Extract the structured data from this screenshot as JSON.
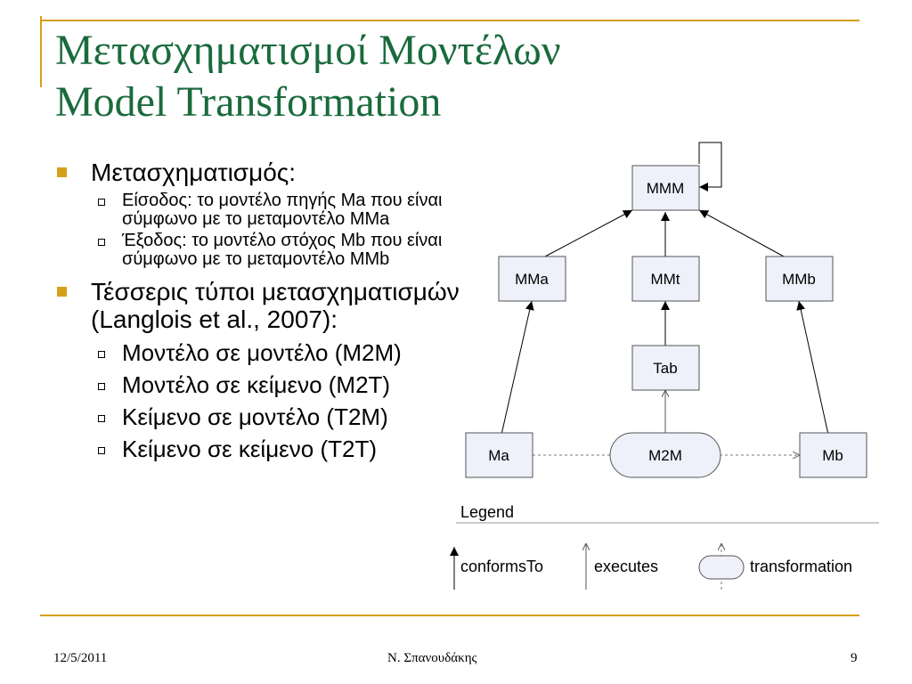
{
  "slide": {
    "title_line1": "Μετασχηματισμοί Μοντέλων",
    "title_line2": "Model Transformation",
    "bullets": [
      {
        "text": "Μετασχηματισμός:",
        "sub": [
          "Είσοδος: το μοντέλο πηγής Ma που είναι σύμφωνο με το μεταμοντέλο MMa",
          "Έξοδος: το μοντέλο στόχος Mb που είναι σύμφωνο με το μεταμοντέλο MMb"
        ]
      },
      {
        "text": "Τέσσερις τύποι μετασχηματισμών (Langlois et al., 2007):",
        "sub": [
          "Μοντέλο σε μοντέλο (M2M)",
          "Μοντέλο σε κείμενο (M2T)",
          "Κείμενο σε μοντέλο (T2M)",
          "Κείμενο σε κείμενο (T2T)"
        ]
      }
    ]
  },
  "diagram": {
    "nodes": {
      "mmm": "MMM",
      "mma": "MMa",
      "mmt": "MMt",
      "mmb": "MMb",
      "tab": "Tab",
      "ma": "Ma",
      "m2m": "M2M",
      "mb": "Mb"
    },
    "legend": {
      "title": "Legend",
      "conforms": "conformsTo",
      "executes": "executes",
      "transformation": "transformation"
    }
  },
  "footer": {
    "date": "12/5/2011",
    "author": "Ν. Σπανουδάκης",
    "page": "9"
  },
  "colors": {
    "accent": "#d4a017",
    "title": "#1a6b3c",
    "box_fill": "#eef0fa",
    "box_stroke": "#555555"
  }
}
